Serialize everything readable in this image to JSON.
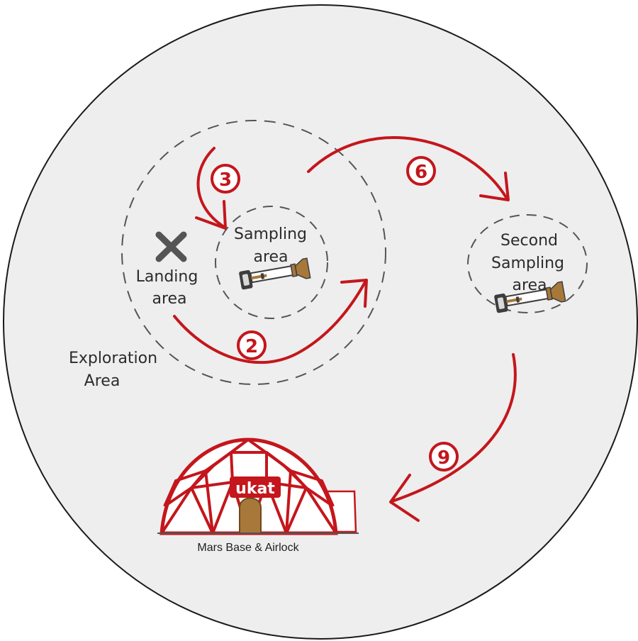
{
  "labels": {
    "landing_area": [
      "Landing",
      "area"
    ],
    "sampling_area": [
      "Sampling",
      "area"
    ],
    "second_sampling_area": [
      "Second",
      "Sampling",
      "area"
    ],
    "exploration_area": [
      "Exploration",
      "Area"
    ],
    "mars_base": "Mars Base & Airlock",
    "base_logo": "ukat"
  },
  "steps": [
    {
      "id": "step-2",
      "number": "2"
    },
    {
      "id": "step-3",
      "number": "3"
    },
    {
      "id": "step-6",
      "number": "6"
    },
    {
      "id": "step-9",
      "number": "9"
    }
  ],
  "icons": {
    "landing_marker": "x-mark-icon",
    "sampler": "sampling-tool-icon",
    "dome": "geodesic-dome-icon"
  },
  "colors": {
    "route": "#c4161c",
    "boundary": "#555555",
    "planet_fill": "#eeeeee",
    "planet_outline": "#1a1a1a",
    "marker": "#555555",
    "tool_body": "#a8783a",
    "tool_grip": "#3d3d3d"
  }
}
